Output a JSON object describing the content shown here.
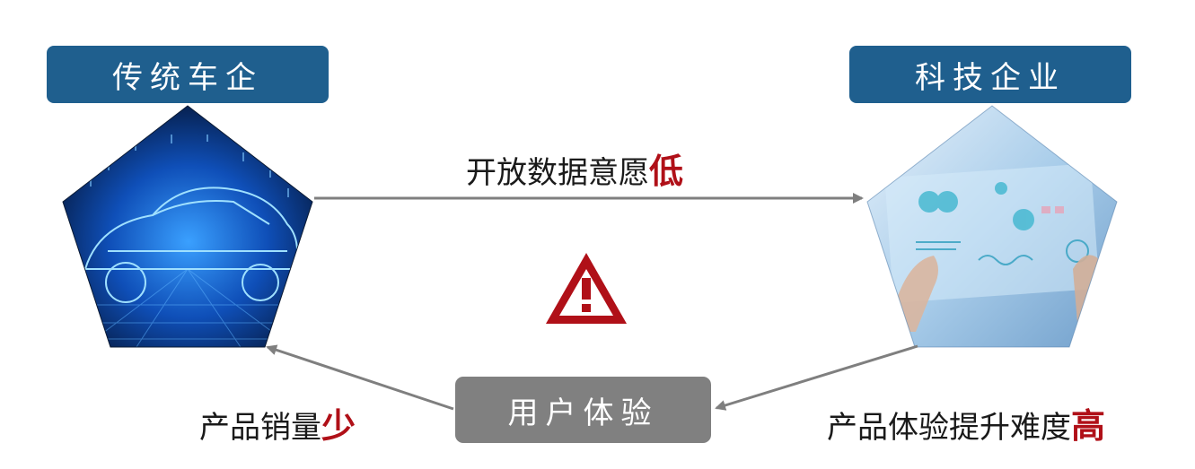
{
  "labels": {
    "left": "传统车企",
    "right": "科技企业",
    "bottom": "用户体验"
  },
  "captions": {
    "top": {
      "text": "开放数据意愿",
      "emphasis": "低"
    },
    "left": {
      "text": "产品销量",
      "emphasis": "少"
    },
    "right": {
      "text": "产品体验提升难度",
      "emphasis": "高"
    }
  },
  "icons": {
    "left_pentagon": "car-wireframe-image",
    "right_pentagon": "holographic-interface-image",
    "warning": "warning-triangle-icon"
  },
  "colors": {
    "label_blue": "#1f5f8e",
    "label_gray": "#808080",
    "emphasis_red": "#b01018",
    "arrow_gray": "#7f7f7f"
  }
}
